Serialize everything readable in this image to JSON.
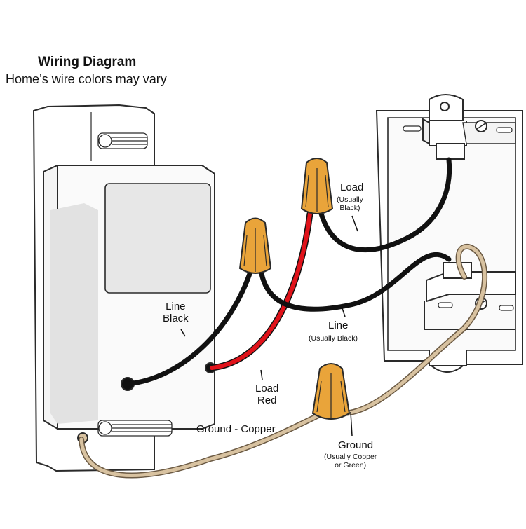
{
  "title": "Wiring Diagram",
  "subtitle": "Home’s wire colors may vary",
  "labels": {
    "line_black": "Line\nBlack",
    "load_top": "Load",
    "load_top_note": "(Usually\nBlack)",
    "line_right": "Line",
    "line_right_note": "(Usually Black)",
    "load_red": "Load\nRed",
    "ground_copper": "Ground - Copper",
    "ground": "Ground",
    "ground_note": "(Usually Copper\nor Green)"
  },
  "colors": {
    "black_wire": "#111111",
    "red_wire": "#e0121a",
    "ground_wire": "#d8c2a0",
    "wire_nut": "#e9a43a",
    "outline": "#2a2a2a"
  },
  "icons": [
    "wire-nut-icon",
    "screw-icon",
    "mounting-screw-icon"
  ]
}
